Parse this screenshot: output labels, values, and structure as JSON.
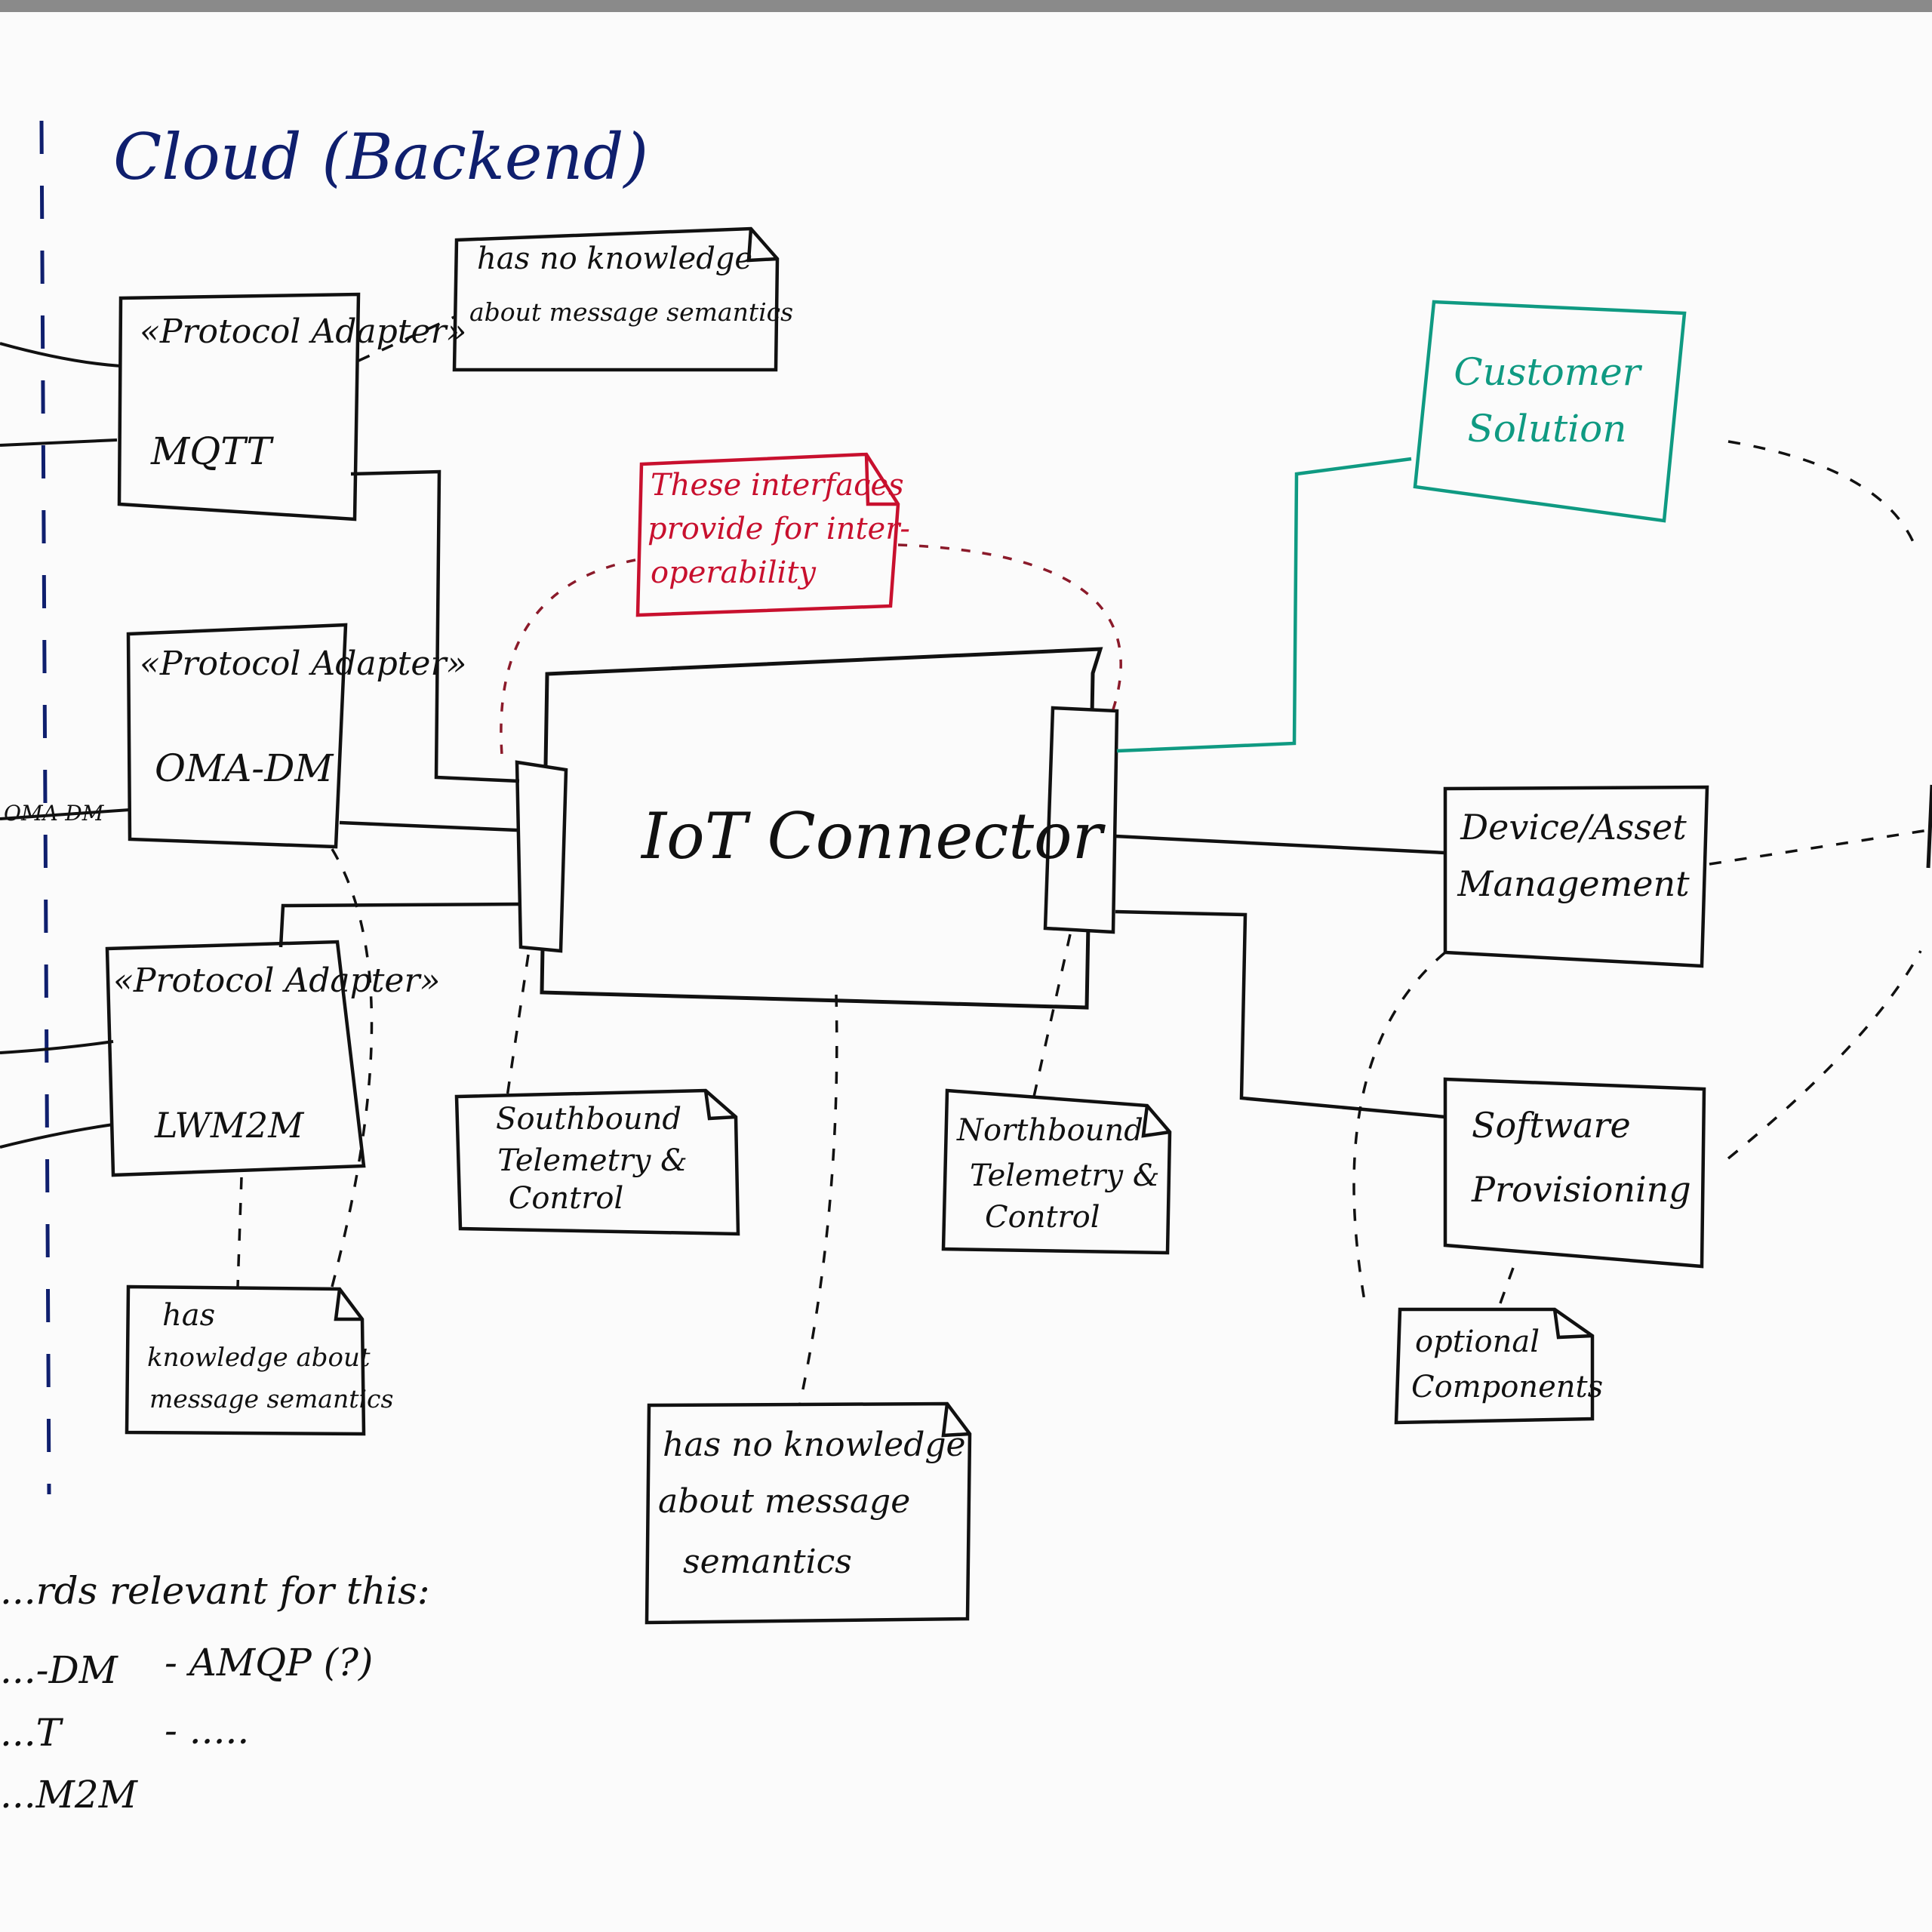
{
  "title": "Cloud (Backend)",
  "colors": {
    "ink": "#111111",
    "boundary": "#0f1f6e",
    "customer": "#0f9a82",
    "interop": "#c8102e"
  },
  "adapters": [
    {
      "stereotype": "«Protocol Adapter»",
      "name": "MQTT"
    },
    {
      "stereotype": "«Protocol Adapter»",
      "name": "OMA-DM"
    },
    {
      "stereotype": "«Protocol Adapter»",
      "name": "LWM2M"
    }
  ],
  "edge_label": "OMA-DM",
  "connector": {
    "name": "IoT Connector"
  },
  "customer": {
    "line1": "Customer",
    "line2": "Solution"
  },
  "services": {
    "device_mgmt": {
      "line1": "Device/Asset",
      "line2": "Management"
    },
    "software": {
      "line1": "Software",
      "line2": "Provisioning"
    }
  },
  "notes": {
    "adapter_top": {
      "line1": "has no knowledge",
      "line2": "about message semantics"
    },
    "interop": {
      "line1": "These interfaces",
      "line2": "provide for inter-",
      "line3": "operability"
    },
    "southbound": {
      "line1": "Southbound",
      "line2": "Telemetry &",
      "line3": "Control"
    },
    "northbound": {
      "line1": "Northbound",
      "line2": "Telemetry &",
      "line3": "Control"
    },
    "adapter_bottom": {
      "line1": "has",
      "line2": "knowledge about",
      "line3": "message semantics"
    },
    "connector_bottom": {
      "line1": "has no knowledge",
      "line2": "about message",
      "line3": "semantics"
    },
    "optional": {
      "line1": "optional",
      "line2": "Components"
    }
  },
  "standards": {
    "heading": "...rds relevant for this:",
    "left": [
      "...-DM",
      "...T",
      "...M2M"
    ],
    "right": [
      "- AMQP (?)",
      "- ....."
    ]
  }
}
